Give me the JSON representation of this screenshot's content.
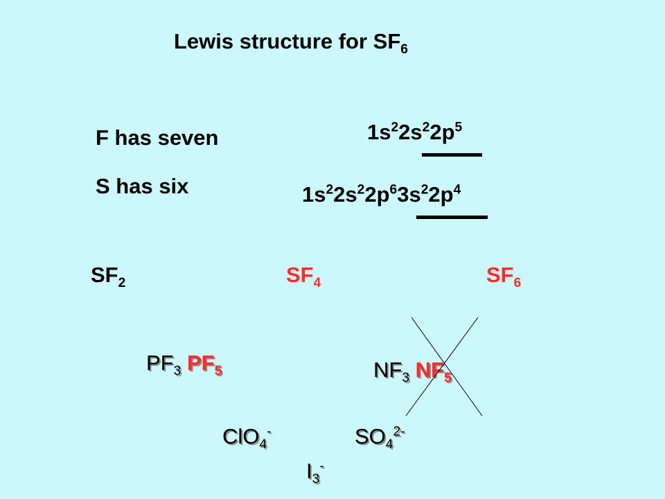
{
  "slide": {
    "title": {
      "main": "Lewis structure for SF",
      "sub": "6"
    },
    "f_line": "F has seven",
    "s_line": "S has six",
    "f_config": [
      {
        "base": "1s",
        "sup": "2"
      },
      {
        "base": "2s",
        "sup": "2"
      },
      {
        "base": "2p",
        "sup": "5"
      }
    ],
    "s_config": [
      {
        "base": "1s",
        "sup": "2"
      },
      {
        "base": "2s",
        "sup": "2"
      },
      {
        "base": "2p",
        "sup": "6"
      },
      {
        "base": "3s",
        "sup": "2"
      },
      {
        "base": "2p",
        "sup": "4"
      }
    ],
    "sf2": {
      "base": "SF",
      "sub": "2"
    },
    "sf4": {
      "base": "SF",
      "sub": "4"
    },
    "sf6": {
      "base": "SF",
      "sub": "6"
    },
    "pf3": {
      "base": "PF",
      "sub": "3"
    },
    "pf5": {
      "base": "PF",
      "sub": "5"
    },
    "nf3": {
      "base": "NF",
      "sub": "3"
    },
    "nf5": {
      "base": "NF",
      "sub": "5"
    },
    "clo4": {
      "base": "ClO",
      "sub": "4",
      "sup": "-"
    },
    "so4": {
      "base": "SO",
      "sub": "4",
      "sup": "2-"
    },
    "i3": {
      "base": "I",
      "sub": "3",
      "sup": "-"
    },
    "colors": {
      "background": "#ccf7fb",
      "red": "#ff2a2a",
      "black": "#000000"
    }
  }
}
